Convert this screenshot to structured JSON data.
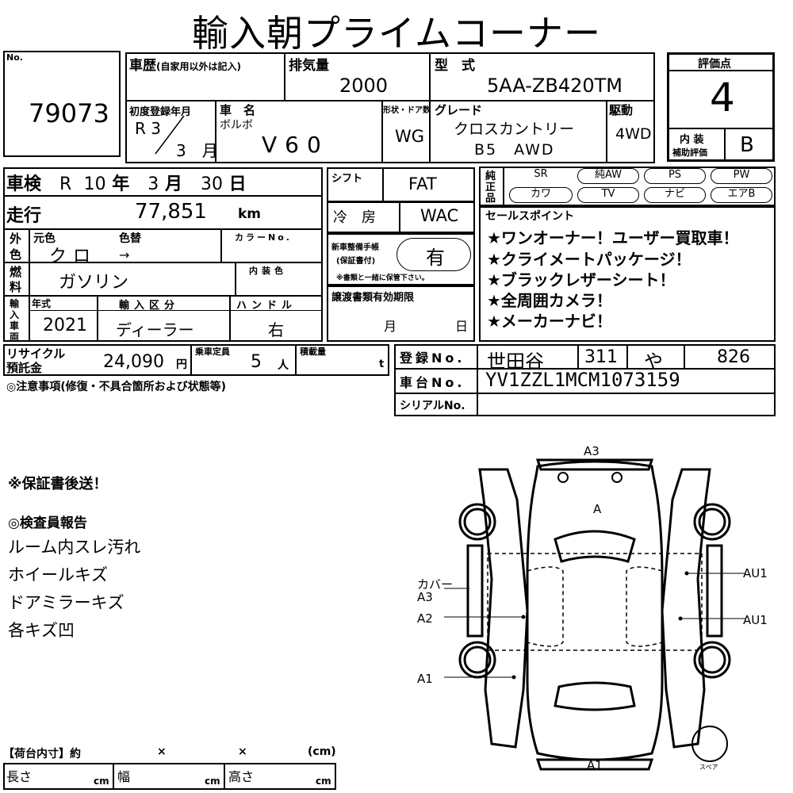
{
  "header": {
    "title": "輸入朝プライムコーナー"
  },
  "lot": {
    "no_label": "No.",
    "number": "79073"
  },
  "history": {
    "label": "車歴",
    "sub_label": "(自家用以外は記入)"
  },
  "displacement": {
    "label": "排気量",
    "value": "2000"
  },
  "model_type": {
    "label": "型　式",
    "value": "5AA-ZB420TM"
  },
  "score": {
    "label": "評価点",
    "value": "4",
    "interior_label_1": "内 装",
    "interior_label_2": "補助評価",
    "interior_value": "B"
  },
  "first_reg": {
    "label": "初度登録年月",
    "era": "R 3",
    "month": "3",
    "month_unit": "月"
  },
  "car_name": {
    "label": "車　名",
    "maker": "ボルボ",
    "value": "V60"
  },
  "shape": {
    "label": "形状・ドア数",
    "value": "WG"
  },
  "grade": {
    "label": "グレード",
    "line1": "クロスカントリー",
    "line2": "B5　AWD"
  },
  "drive": {
    "label": "駆動",
    "value": "4WD"
  },
  "inspection": {
    "label": "車検",
    "era": "R",
    "year": "10",
    "year_unit": "年",
    "month": "3",
    "month_unit": "月",
    "day": "30",
    "day_unit": "日"
  },
  "shift": {
    "label": "シフト",
    "value": "FAT"
  },
  "ac": {
    "label": "冷　房",
    "value": "WAC"
  },
  "mileage": {
    "label": "走行",
    "value": "77,851",
    "unit": "km"
  },
  "genuine": {
    "label_1": "純",
    "label_2": "正",
    "label_3": "品",
    "row1": [
      "SR",
      "純AW",
      "PS",
      "PW"
    ],
    "row2": [
      "カワ",
      "TV",
      "ナビ",
      "エアB"
    ]
  },
  "exterior": {
    "label_1": "外",
    "label_2": "色",
    "orig_label": "元色",
    "change_label": "色替",
    "orig_value": "クロ",
    "arrow": "→",
    "color_no_label": "カラーNo."
  },
  "maintenance": {
    "label_1": "新車整備手帳",
    "label_2": "(保証書付)",
    "value": "有",
    "note": "※書類と一緒に保管下さい。"
  },
  "sales": {
    "label": "セールスポイント",
    "points": [
      "★ワンオーナー！ユーザー買取車！",
      "★クライメートパッケージ！",
      "★ブラックレザーシート！",
      "★全周囲カメラ！",
      "★メーカーナビ！"
    ]
  },
  "fuel": {
    "label_1": "燃",
    "label_2": "料",
    "value": "ガソリン",
    "interior_color_label": "内装色"
  },
  "import": {
    "label_1": "輸",
    "label_2": "入",
    "label_3": "車",
    "label_4": "両",
    "year_label": "年式",
    "year_value": "2021",
    "class_label": "輸入区分",
    "class_value": "ディーラー",
    "handle_label": "ハンドル",
    "handle_value": "右"
  },
  "transfer": {
    "label": "譲渡書類有効期限",
    "month_unit": "月",
    "day_unit": "日"
  },
  "recycle": {
    "label_1": "リサイクル",
    "label_2": "預託金",
    "value": "24,090",
    "unit": "円"
  },
  "capacity": {
    "label": "乗車定員",
    "value": "5",
    "unit": "人"
  },
  "load": {
    "label": "積載量",
    "unit": "t"
  },
  "registration": {
    "label": "登録No.",
    "area": "世田谷",
    "class": "311",
    "kana": "や",
    "number": "826"
  },
  "chassis": {
    "label": "車台No.",
    "value": "YV1ZZL1MCM1073159"
  },
  "serial": {
    "label": "シリアルNo."
  },
  "caution": {
    "label": "◎注意事項(修復・不具合箇所および状態等)"
  },
  "warranty_note": "※保証書後送！",
  "inspector": {
    "label": "◎検査員報告",
    "items": [
      "ルーム内スレ汚れ",
      "ホイールキズ",
      "ドアミラーキズ",
      "各キズ凹"
    ]
  },
  "diagram": {
    "marks": {
      "top": "A3",
      "hood": "A",
      "left_cover_1": "カバー",
      "left_cover_2": "A3",
      "left_mid": "A2",
      "left_low": "A1",
      "right_top": "AU1",
      "right_mid": "AU1",
      "bottom": "A1",
      "spare": "スペア"
    }
  },
  "cargo": {
    "label": "【荷台内寸】約",
    "x1": "×",
    "x2": "×",
    "unit": "(cm)",
    "length_label": "長さ",
    "width_label": "幅",
    "height_label": "高さ",
    "cm": "cm"
  }
}
